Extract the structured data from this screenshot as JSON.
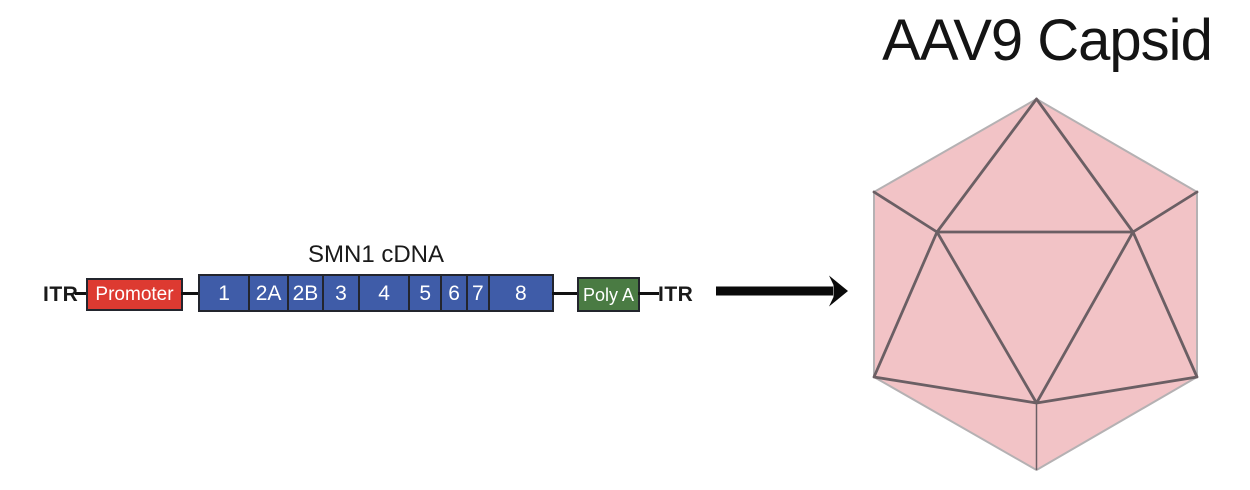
{
  "construct": {
    "itr_left": "ITR",
    "itr_right": "ITR",
    "promoter_label": "Promoter",
    "cdna_label": "SMN1 cDNA",
    "exons": [
      {
        "label": "1",
        "width": 51
      },
      {
        "label": "2A",
        "width": 39
      },
      {
        "label": "2B",
        "width": 35
      },
      {
        "label": "3",
        "width": 36
      },
      {
        "label": "4",
        "width": 51
      },
      {
        "label": "5",
        "width": 32
      },
      {
        "label": "6",
        "width": 25
      },
      {
        "label": "7",
        "width": 21
      },
      {
        "label": "8",
        "width": 66
      }
    ],
    "polya_label": "Poly A"
  },
  "capsid": {
    "title": "AAV9 Capsid",
    "shape": "icosahedron"
  },
  "colors": {
    "promoter_fill": "#dd3a31",
    "exon_fill": "#3f5ca8",
    "polya_fill": "#4a7b43",
    "box_border": "#23252d",
    "connector": "#111111",
    "arrow": "#0a0a0a",
    "capsid_fill": "#f2c3c6",
    "capsid_outline": "#b5b1b3",
    "capsid_facet": "#6b5f64",
    "text_dark": "#1a1a1a"
  }
}
